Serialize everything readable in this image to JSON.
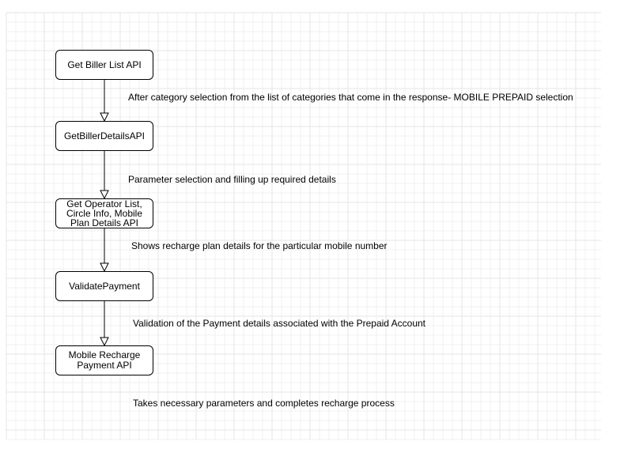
{
  "diagram": {
    "nodes": [
      {
        "id": "get-biller-list",
        "label": "Get Biller List API"
      },
      {
        "id": "get-biller-details",
        "label": "GetBillerDetailsAPI"
      },
      {
        "id": "get-operator-list",
        "label": "Get Operator List,\nCircle Info, Mobile\nPlan Details API"
      },
      {
        "id": "validate-payment",
        "label": "ValidatePayment"
      },
      {
        "id": "mobile-recharge-payment",
        "label": "Mobile Recharge\nPayment API"
      }
    ],
    "edges": [
      {
        "from": "get-biller-list",
        "to": "get-biller-details",
        "label": "After category selection from the list of categories that come in the response- MOBILE PREPAID selection"
      },
      {
        "from": "get-biller-details",
        "to": "get-operator-list",
        "label": "Parameter selection and filling up required details"
      },
      {
        "from": "get-operator-list",
        "to": "validate-payment",
        "label": "Shows recharge plan details for the particular mobile number"
      },
      {
        "from": "validate-payment",
        "to": "mobile-recharge-payment",
        "label": "Validation of the Payment details associated with the Prepaid Account"
      }
    ],
    "footer_note": "Takes necessary parameters and completes recharge process",
    "colors": {
      "grid": "#e6e6e6",
      "stroke": "#000000",
      "node_fill": "#ffffff"
    }
  }
}
